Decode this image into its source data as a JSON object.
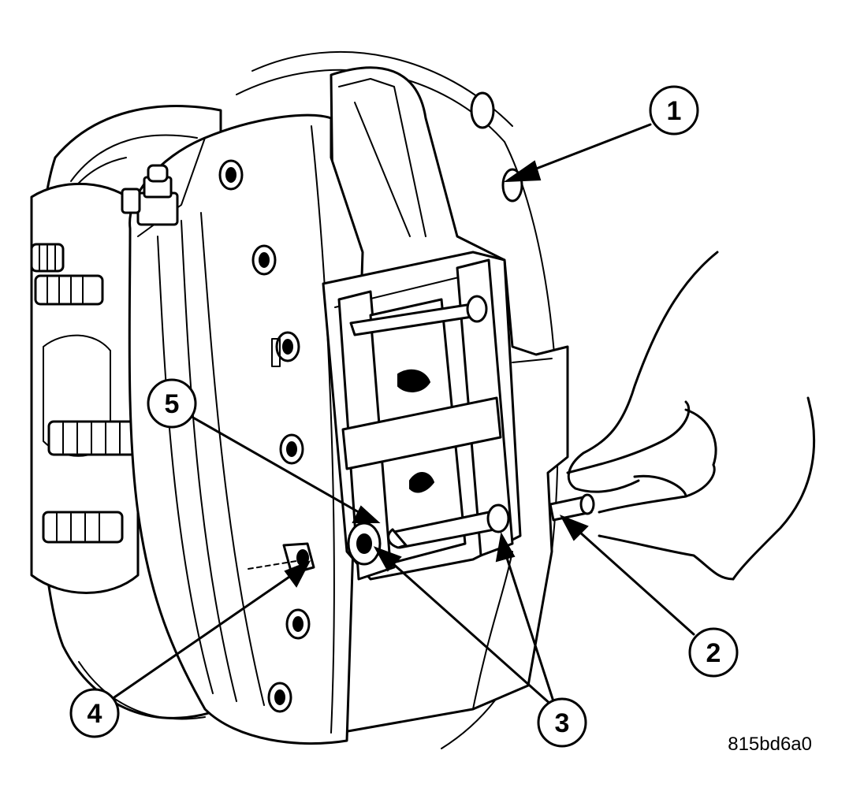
{
  "callouts": [
    {
      "label": "1"
    },
    {
      "label": "2"
    },
    {
      "label": "3"
    },
    {
      "label": "4"
    },
    {
      "label": "5"
    }
  ],
  "figure_code": "815bd6a0"
}
